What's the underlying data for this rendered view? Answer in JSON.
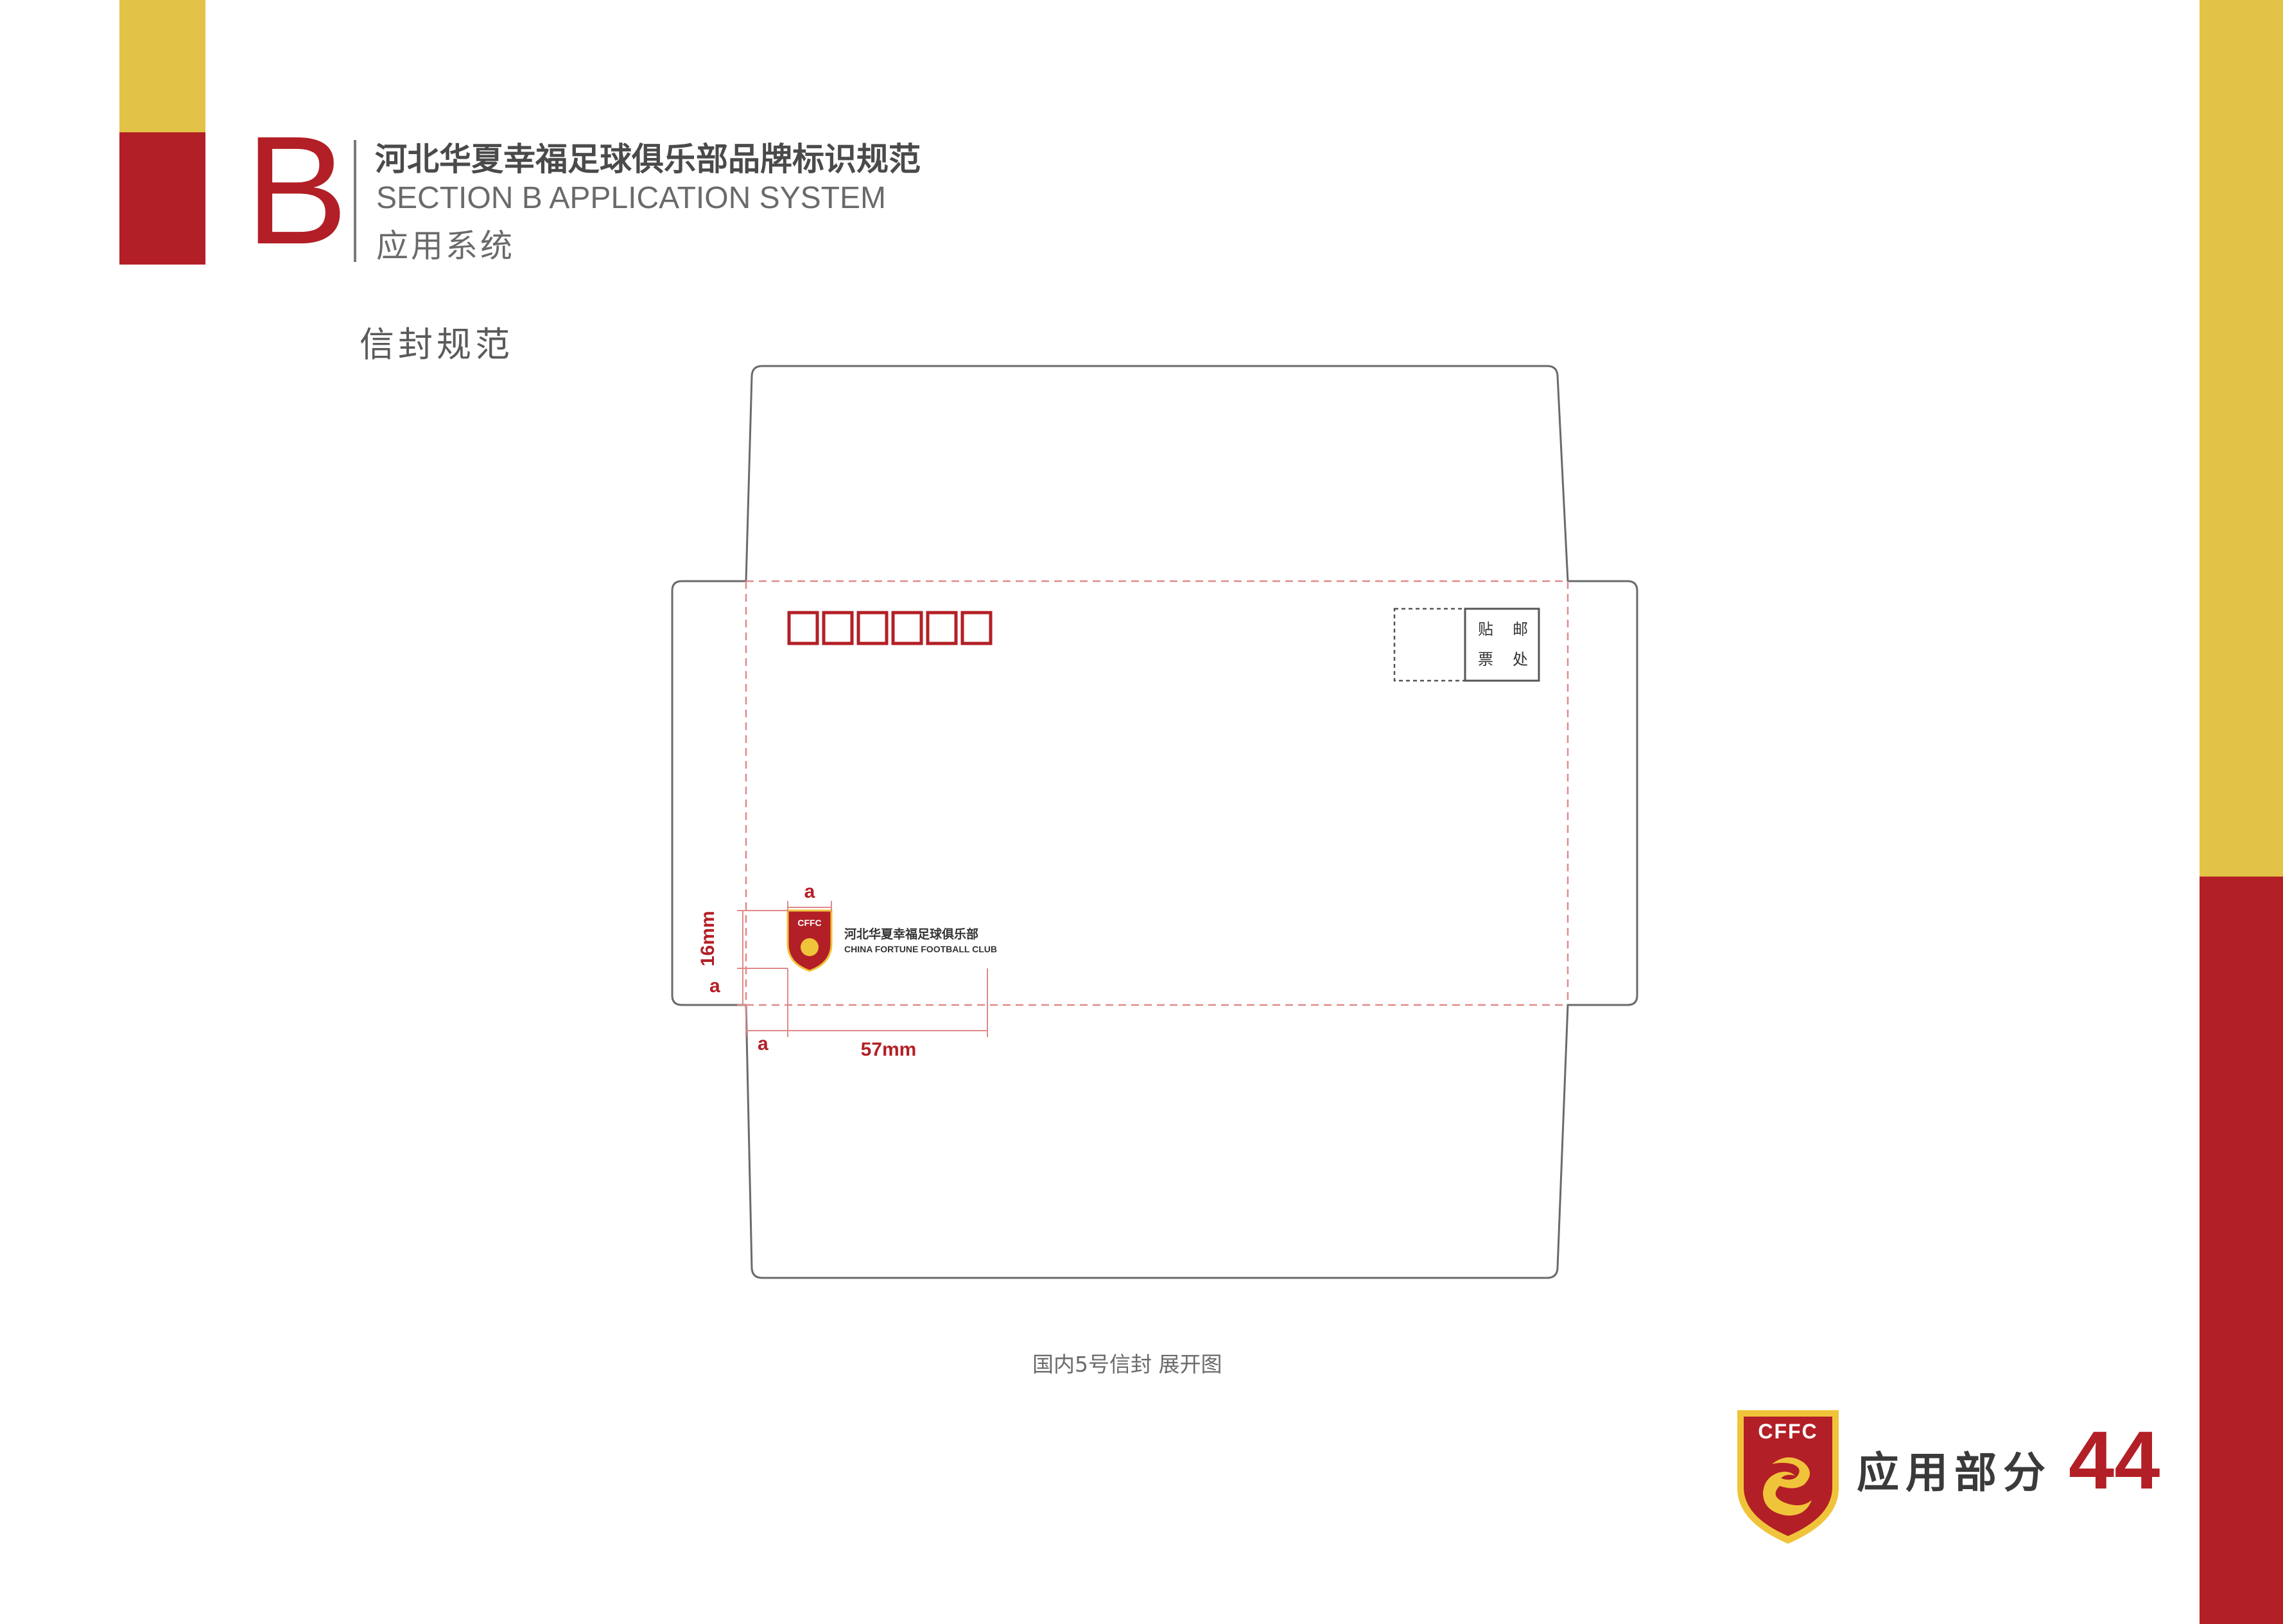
{
  "header": {
    "section_letter": "B",
    "title_cn": "河北华夏幸福足球俱乐部品牌标识规范",
    "title_en": "SECTION B APPLICATION SYSTEM",
    "subtitle_cn": "应用系统"
  },
  "page_heading": "信封规范",
  "envelope": {
    "stamp_label_chars": [
      "贴",
      "邮",
      "票",
      "处"
    ],
    "postcode_box_count": 6,
    "logo_text_cn": "河北华夏幸福足球俱乐部",
    "logo_text_en": "CHINA FORTUNE FOOTBALL CLUB",
    "crest_text": "CFFC",
    "dimensions": {
      "label_a": "a",
      "height_label": "16mm",
      "width_label": "57mm"
    }
  },
  "caption": "国内5号信封  展开图",
  "footer": {
    "crest_text": "CFFC",
    "section_label": "应用部分",
    "page_number": "44"
  },
  "colors": {
    "brand_red": "#b31f26",
    "brand_yellow": "#e3c248",
    "crest_gold": "#f0c43a"
  }
}
